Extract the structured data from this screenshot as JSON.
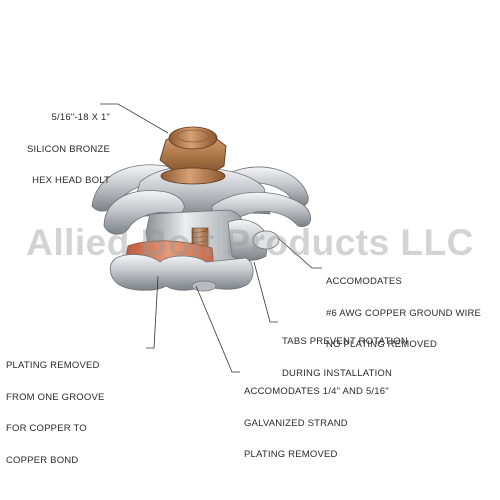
{
  "callouts": {
    "bolt": {
      "lines": [
        "5/16\"-18 X 1\"",
        "SILICON BRONZE",
        "HEX HEAD BOLT"
      ]
    },
    "ground_wire": {
      "lines": [
        "ACCOMODATES",
        "#6 AWG COPPER GROUND WIRE",
        "NO PLATING REMOVED"
      ]
    },
    "tabs": {
      "lines": [
        "TABS PREVENT ROTATION",
        "DURING INSTALLATION"
      ]
    },
    "plating": {
      "lines": [
        "PLATING REMOVED",
        "FROM ONE GROOVE",
        "FOR COPPER TO",
        "COPPER BOND"
      ]
    },
    "strand": {
      "lines": [
        "ACCOMODATES 1/4\" AND 5/16\"",
        "GALVANIZED STRAND",
        "PLATING REMOVED"
      ]
    }
  },
  "watermark": "Allied Bolt Products LLC",
  "colors": {
    "bronze": "#b07a4a",
    "silver": "#c4c8cc",
    "copper": "#d07a55",
    "leader": "#333333"
  }
}
